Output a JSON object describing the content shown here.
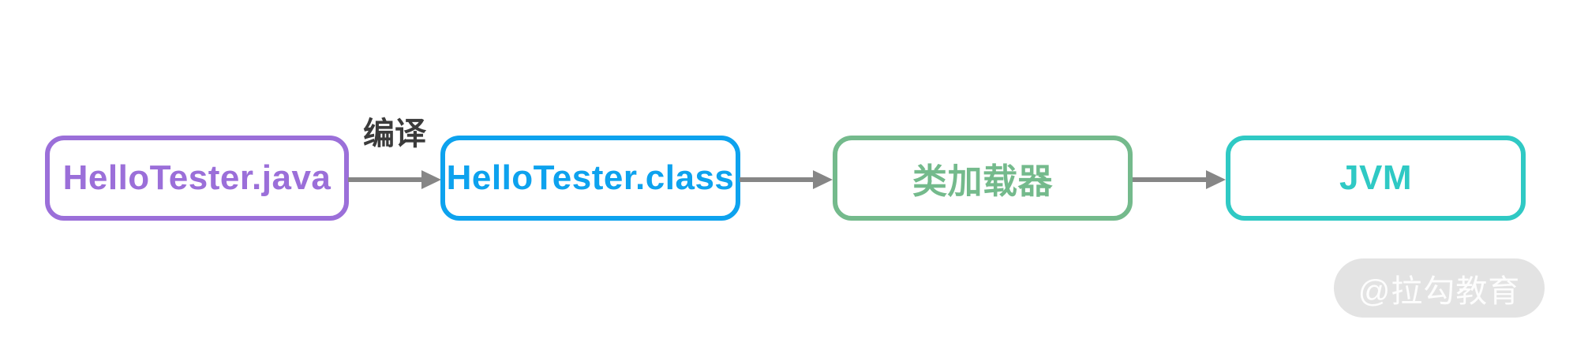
{
  "diagram": {
    "nodes": [
      {
        "id": "java-source-file",
        "label": "HelloTester.java",
        "color": "#9b6fd9"
      },
      {
        "id": "class-bytecode-file",
        "label": "HelloTester.class",
        "color": "#0da2ee"
      },
      {
        "id": "class-loader",
        "label": "类加载器",
        "color": "#74ba8c"
      },
      {
        "id": "jvm",
        "label": "JVM",
        "color": "#2fc9c4"
      }
    ],
    "arrows": [
      {
        "label": "编译",
        "color": "#868686"
      },
      {
        "label": "",
        "color": "#868686"
      },
      {
        "label": "",
        "color": "#868686"
      }
    ],
    "arrow_label_color": "#3b3b3b"
  },
  "watermark": {
    "text": "@拉勾教育",
    "bg_color": "#e3e3e3",
    "text_color": "#fdfdfd"
  }
}
